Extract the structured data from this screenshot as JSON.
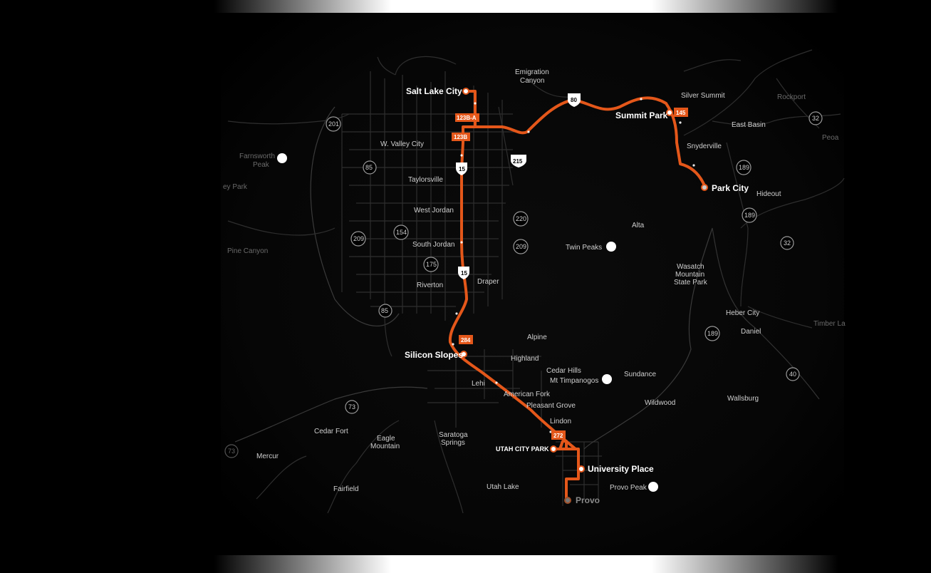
{
  "colors": {
    "route": "#e4571a",
    "background": "#000000",
    "roads": "#3a3a3a",
    "label": "#cfcfcf"
  },
  "stops": {
    "salt_lake_city": "Salt Lake City",
    "summit_park": "Summit Park",
    "park_city": "Park City",
    "silicon_slopes": "Silicon Slopes",
    "utah_city_park": "UTAH CITY PARK",
    "university_place": "University Place",
    "provo": "Provo"
  },
  "exits": {
    "e123ba": "123B-A",
    "e123b": "123B",
    "e145": "145",
    "e284": "284",
    "e272": "272"
  },
  "interstates": {
    "i80": "80",
    "i15a": "15",
    "i15b": "15",
    "i215": "215"
  },
  "shields": {
    "s201": "201",
    "s85a": "85",
    "s85b": "85",
    "s154": "154",
    "s209a": "209",
    "s175": "175",
    "s220": "220",
    "s209b": "209",
    "s189a": "189",
    "s189b": "189",
    "s189c": "189",
    "s32a": "32",
    "s32b": "32",
    "s40": "40",
    "s73a": "73",
    "s73b": "73"
  },
  "places": {
    "emigration": "Emigration",
    "canyon": "Canyon",
    "silver_summit": "Silver Summit",
    "rockport": "Rockport",
    "peoa": "Peoa",
    "east_basin": "East Basin",
    "snyderville": "Snyderville",
    "hideout": "Hideout",
    "w_valley_city": "W. Valley City",
    "farnsworth": "Farnsworth",
    "peak": "Peak",
    "taylorsville": "Taylorsville",
    "west_jordan": "West Jordan",
    "alta": "Alta",
    "twin_peaks": "Twin Peaks",
    "south_jordan": "South Jordan",
    "pine_canyon": "Pine Canyon",
    "ey_park": "ey Park",
    "wasatch": "Wasatch",
    "mountain": "Mountain",
    "state_park": "State Park",
    "draper": "Draper",
    "riverton": "Riverton",
    "heber_city": "Heber City",
    "daniel": "Daniel",
    "timber_lakes": "Timber La",
    "alpine": "Alpine",
    "highland": "Highland",
    "cedar_hills": "Cedar Hills",
    "mt_timpanogos": "Mt Timpanogos",
    "sundance": "Sundance",
    "lehi": "Lehi",
    "american_fork": "American Fork",
    "pleasant_grove": "Pleasant Grove",
    "wildwood": "Wildwood",
    "wallsburg": "Wallsburg",
    "lindon": "Lindon",
    "cedar_fort": "Cedar Fort",
    "eagle": "Eagle",
    "eagle_mountain": "Mountain",
    "saratoga": "Saratoga",
    "springs": "Springs",
    "mercur": "Mercur",
    "fairfield": "Fairfield",
    "utah_lake": "Utah Lake",
    "provo_peak": "Provo Peak"
  }
}
